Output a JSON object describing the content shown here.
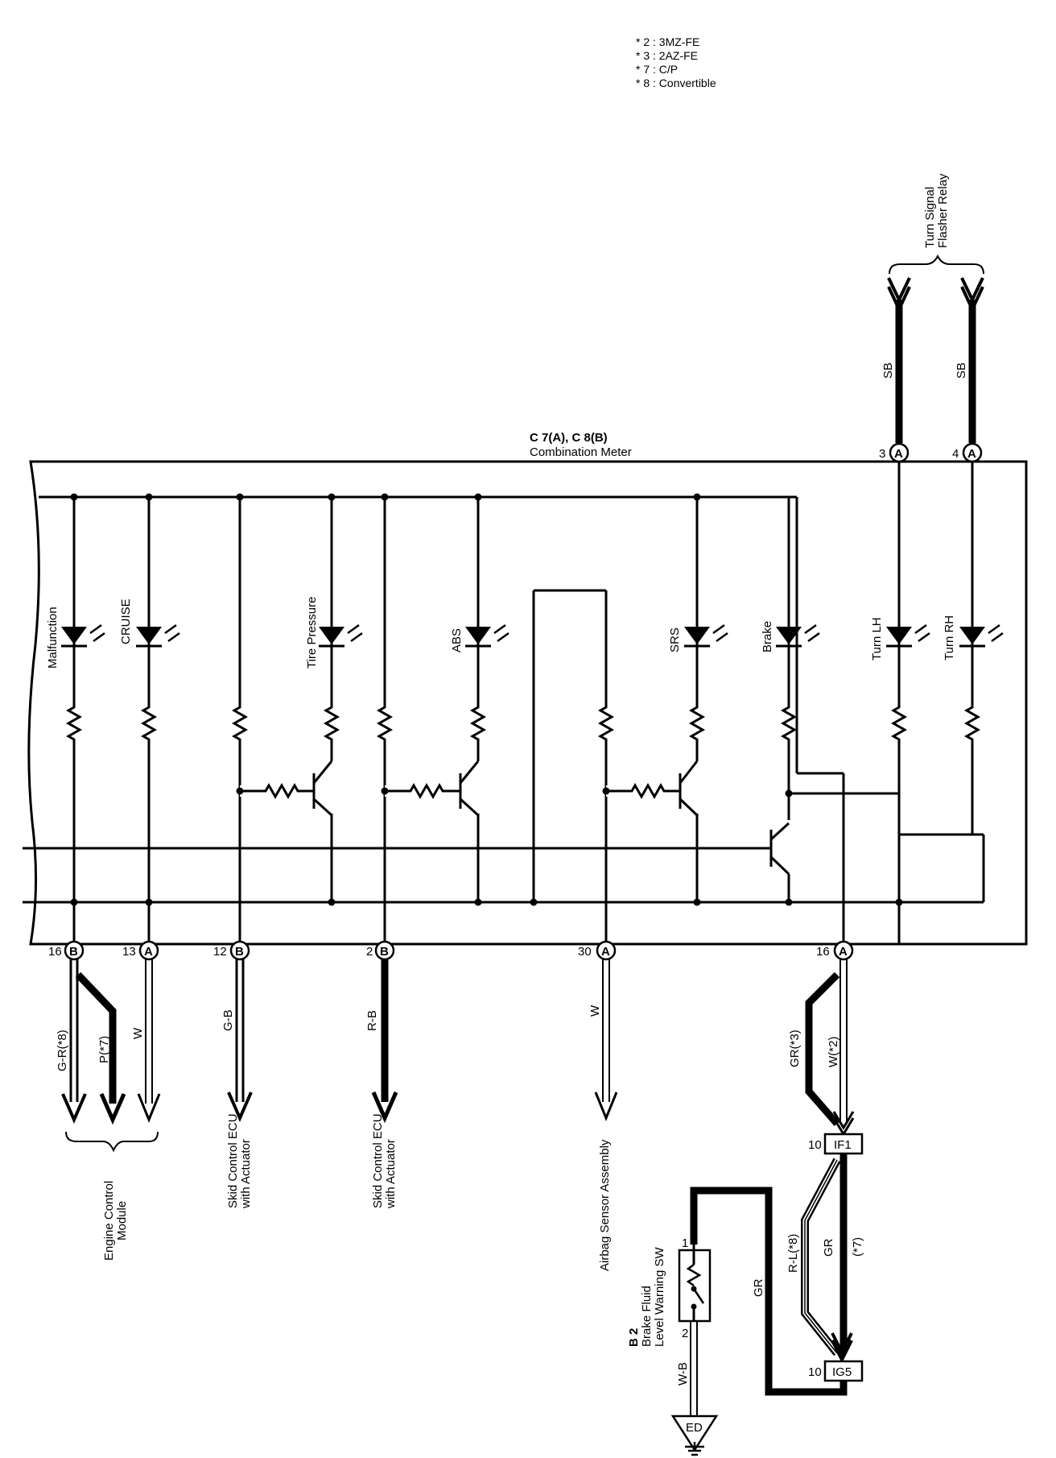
{
  "notes": [
    "* 2 : 3MZ-FE",
    "* 3 : 2AZ-FE",
    "* 7 : C/P",
    "* 8 : Convertible"
  ],
  "meter": {
    "connector": "C 7(A), C 8(B)",
    "name": "Combination Meter"
  },
  "turn_relay": {
    "line1": "Turn Signal",
    "line2": "Flasher Relay"
  },
  "lamps": [
    {
      "label": "Malfunction"
    },
    {
      "label": "CRUISE"
    },
    {
      "label": "Tire Pressure"
    },
    {
      "label": "ABS"
    },
    {
      "label": "SRS"
    },
    {
      "label": "Brake"
    },
    {
      "label": "Turn LH"
    },
    {
      "label": "Turn RH"
    }
  ],
  "top_pins": [
    {
      "num": "3",
      "conn": "A",
      "wire": "SB"
    },
    {
      "num": "4",
      "conn": "A",
      "wire": "SB"
    }
  ],
  "bottom_pins": [
    {
      "num": "16",
      "conn": "B"
    },
    {
      "num": "13",
      "conn": "A"
    },
    {
      "num": "12",
      "conn": "B"
    },
    {
      "num": "2",
      "conn": "B"
    },
    {
      "num": "30",
      "conn": "A"
    },
    {
      "num": "16",
      "conn": "A"
    }
  ],
  "wires": {
    "ecm_a": "G-R(*8)",
    "ecm_b": "P(*7)",
    "ecm_c": "W",
    "skid1": "G-B",
    "skid2": "R-B",
    "airbag": "W",
    "brake_a": "GR(*3)",
    "brake_b": "W(*2)",
    "if_a": "R-L(*8)",
    "if_b": "GR",
    "if_c": "(*7)",
    "sw_gr": "GR",
    "ground": "W-B"
  },
  "destinations": {
    "ecm": [
      "Engine Control",
      "Module"
    ],
    "skid1": [
      "Skid Control ECU",
      "with Actuator"
    ],
    "skid2": [
      "Skid Control ECU",
      "with Actuator"
    ],
    "airbag": "Airbag Sensor Assembly"
  },
  "connectors": {
    "if1": {
      "num": "10",
      "name": "IF1"
    },
    "ig5": {
      "num": "10",
      "name": "IG5"
    },
    "ed": "ED"
  },
  "switch": {
    "code": "B 2",
    "line1": "Brake Fluid",
    "line2": "Level Warning SW",
    "pin1": "1",
    "pin2": "2"
  }
}
